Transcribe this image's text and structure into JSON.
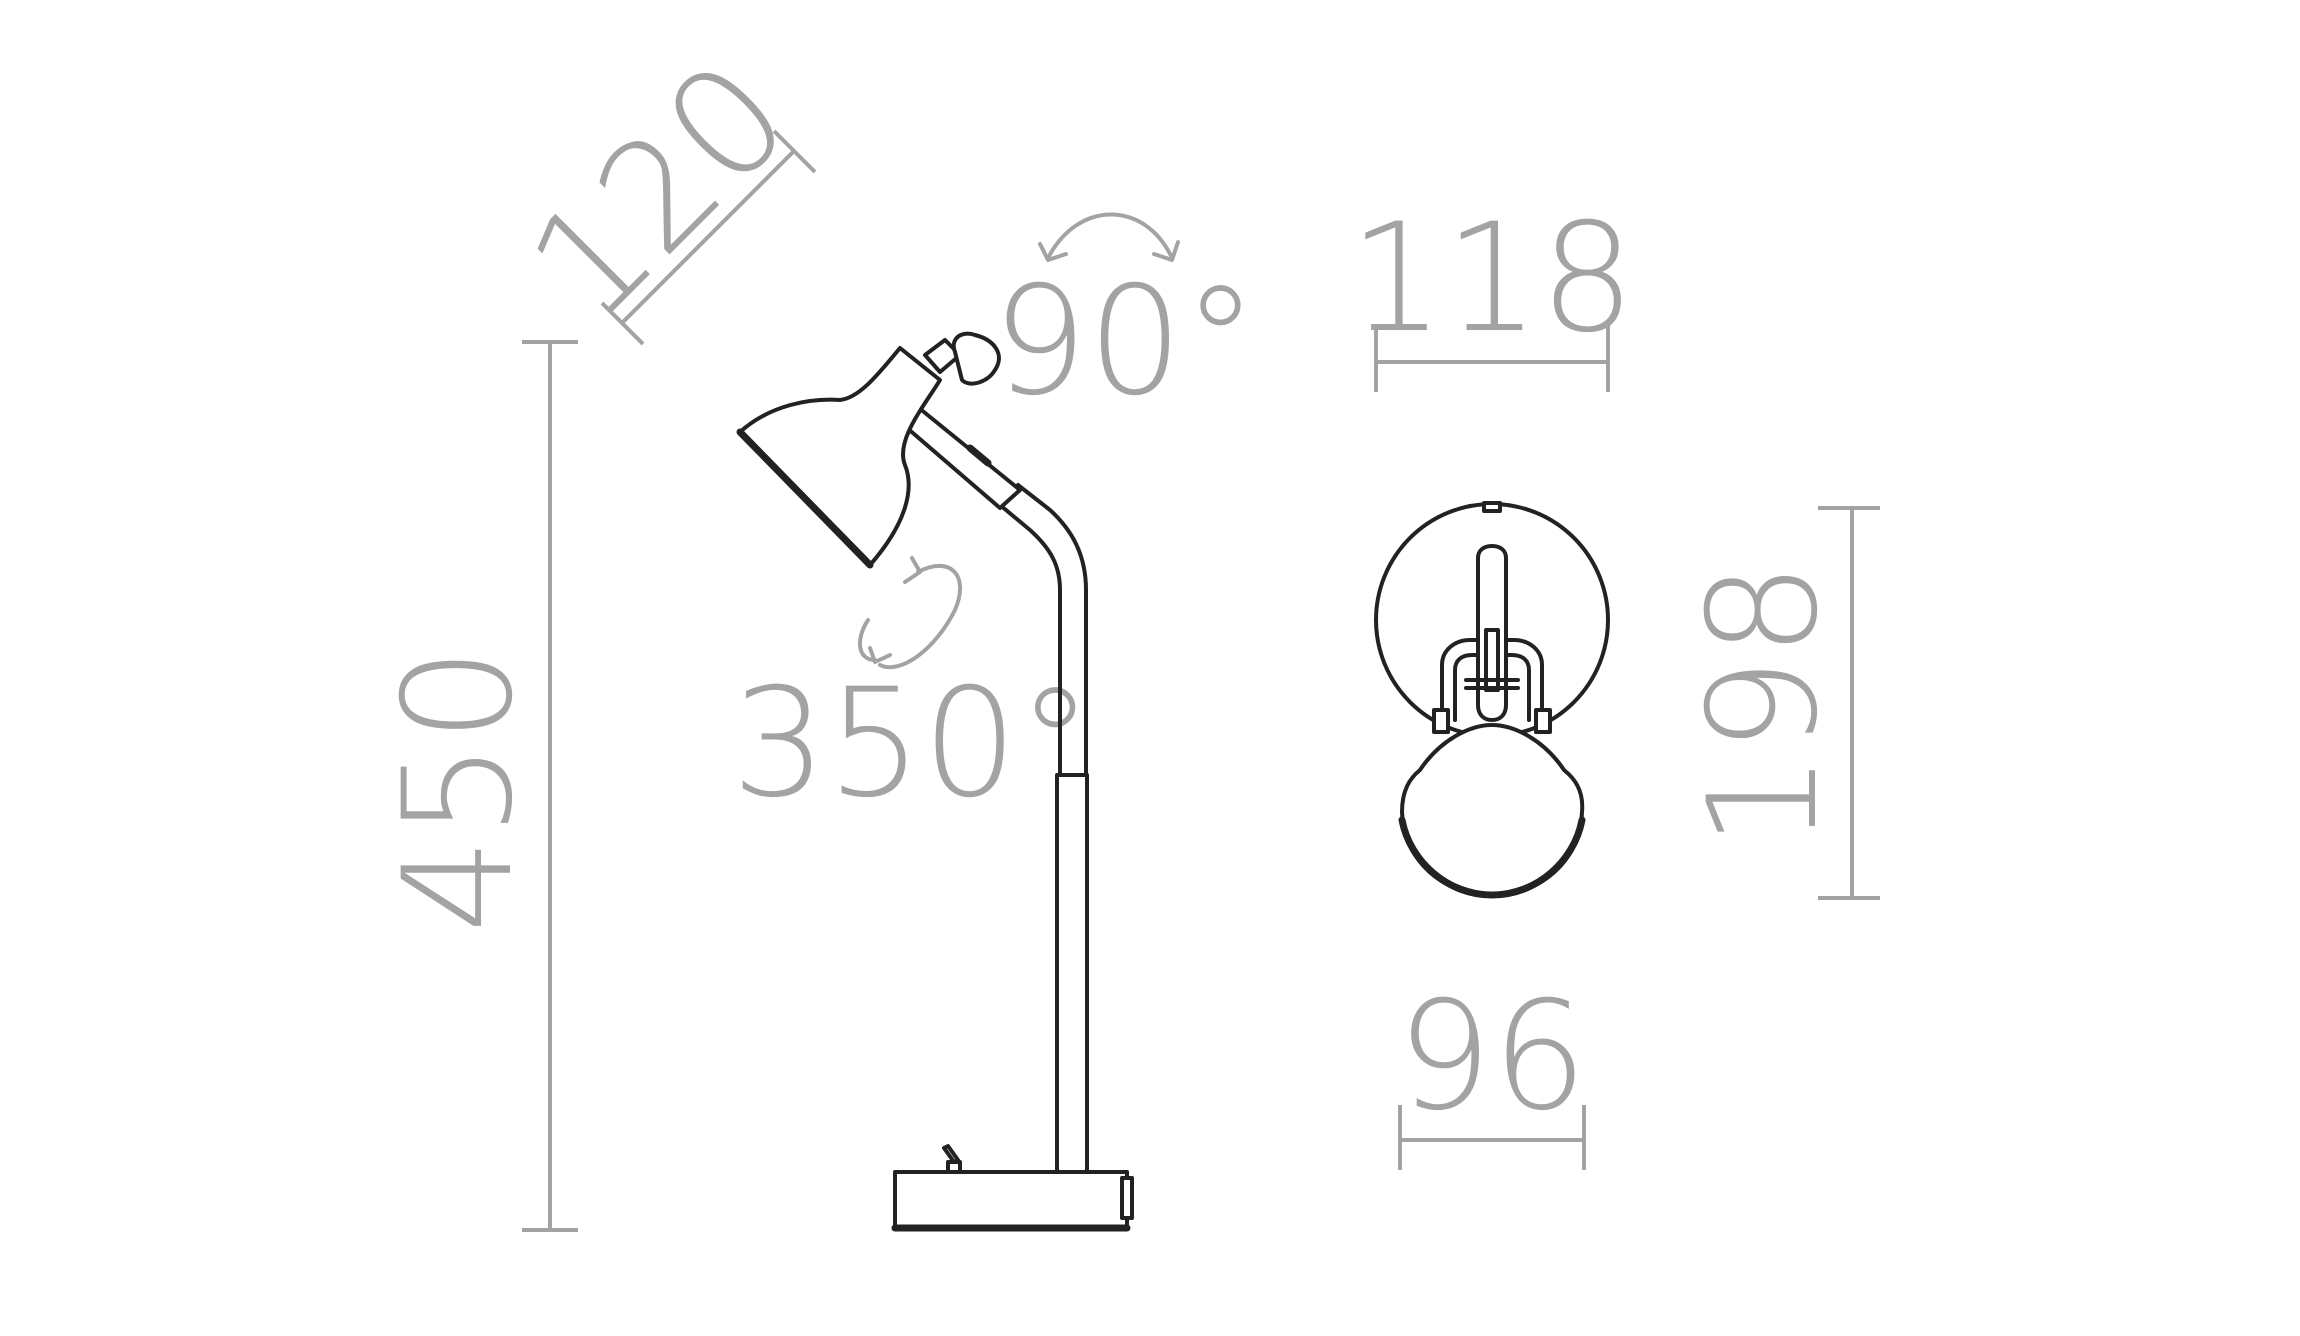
{
  "dimensions": {
    "height_total": "450",
    "shade_length": "120",
    "shade_width": "118",
    "wall_height": "198",
    "base_width": "96"
  },
  "rotations": {
    "tilt": "90°",
    "swivel": "350°"
  },
  "colors": {
    "dimension": "#a3a3a3",
    "outline": "#222222",
    "background": "#ffffff"
  }
}
